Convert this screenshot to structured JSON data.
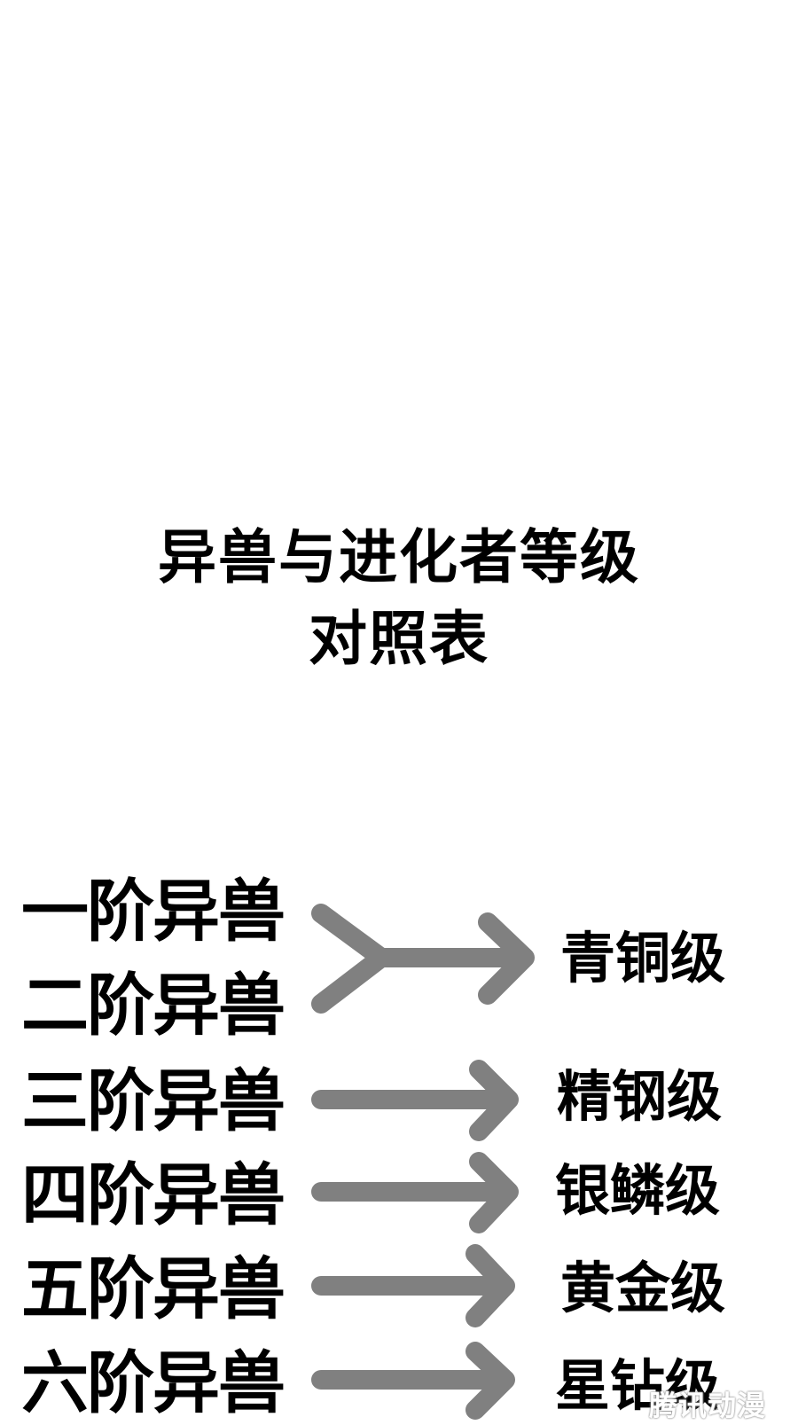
{
  "title": {
    "line1": "异兽与进化者等级",
    "line2": "对照表"
  },
  "beast_tiers": [
    "一阶异兽",
    "二阶异兽",
    "三阶异兽",
    "四阶异兽",
    "五阶异兽",
    "六阶异兽"
  ],
  "evolver_grades": [
    "青铜级",
    "精钢级",
    "银鳞级",
    "黄金级",
    "星钻级"
  ],
  "arrow_color": "#808080",
  "watermark": "腾讯动漫"
}
